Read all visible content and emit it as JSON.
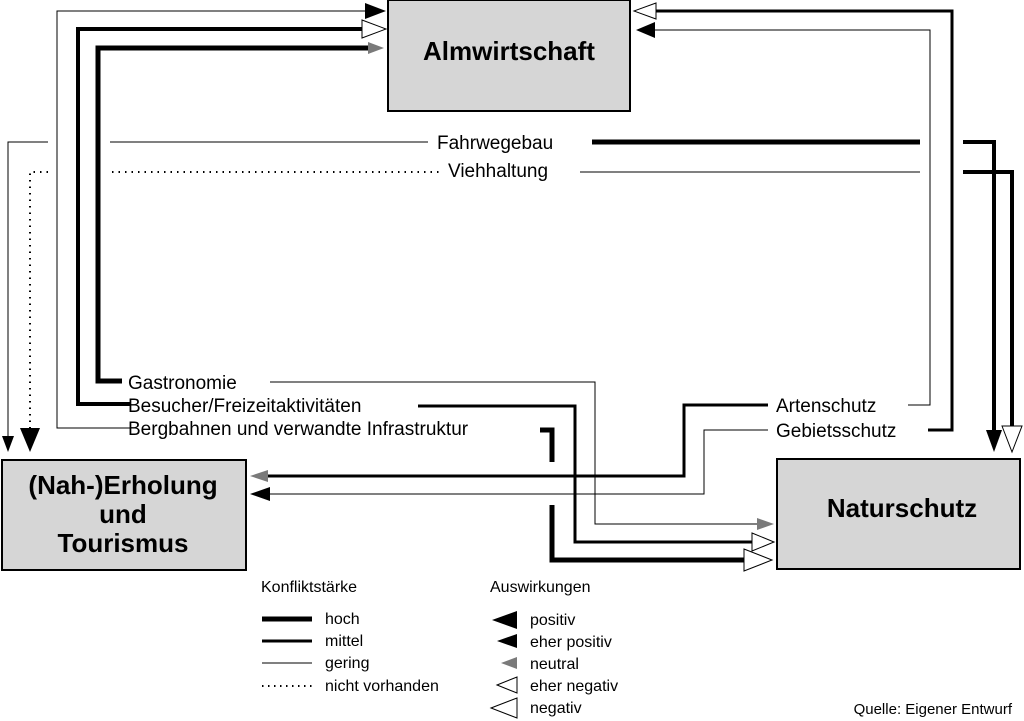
{
  "nodes": {
    "almwirtschaft": "Almwirtschaft",
    "erholung": [
      "(Nah-)Erholung",
      "und",
      "Tourismus"
    ],
    "naturschutz": "Naturschutz"
  },
  "labels": {
    "fahrwegebau": "Fahrwegebau",
    "viehhaltung": "Viehhaltung",
    "gastronomie": "Gastronomie",
    "besucher": "Besucher/Freizeitaktivitäten",
    "bergbahnen": "Bergbahnen und verwandte Infrastruktur",
    "artenschutz": "Artenschutz",
    "gebietsschutz": "Gebietsschutz"
  },
  "legend": {
    "konflikt_title": "Konfliktstärke",
    "konflikt_items": [
      "hoch",
      "mittel",
      "gering",
      "nicht vorhanden"
    ],
    "auswirkungen_title": "Auswirkungen",
    "auswirkungen_items": [
      "positiv",
      "eher positiv",
      "neutral",
      "eher negativ",
      "negativ"
    ]
  },
  "source": "Quelle: Eigener Entwurf",
  "colors": {
    "box_fill": "#d6d6d6",
    "neutral_arrow": "#7a7a7a"
  }
}
